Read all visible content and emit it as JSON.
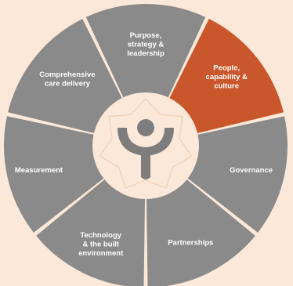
{
  "diagram": {
    "segments": [
      {
        "id": "purpose",
        "lines": [
          "Purpose,",
          "strategy &",
          "leadership"
        ],
        "highlighted": false
      },
      {
        "id": "people",
        "lines": [
          "People,",
          "capability &",
          "culture"
        ],
        "highlighted": true
      },
      {
        "id": "governance",
        "lines": [
          "Governance"
        ],
        "highlighted": false
      },
      {
        "id": "partnerships",
        "lines": [
          "Partnerships"
        ],
        "highlighted": false
      },
      {
        "id": "technology",
        "lines": [
          "Technology",
          "& the built",
          "environment"
        ],
        "highlighted": false
      },
      {
        "id": "measurement",
        "lines": [
          "Measurement"
        ],
        "highlighted": false
      },
      {
        "id": "care-delivery",
        "lines": [
          "Comprehensive",
          "care delivery"
        ],
        "highlighted": false
      }
    ],
    "center_icon": "person-with-raised-arms-icon",
    "colors": {
      "background": "#fbe8d9",
      "segment": "#8a8a8a",
      "highlight": "#c9572b",
      "separator": "#fbe8d9",
      "inner_ring": "#fbe8d9",
      "icon": "#7d7d7d"
    }
  }
}
